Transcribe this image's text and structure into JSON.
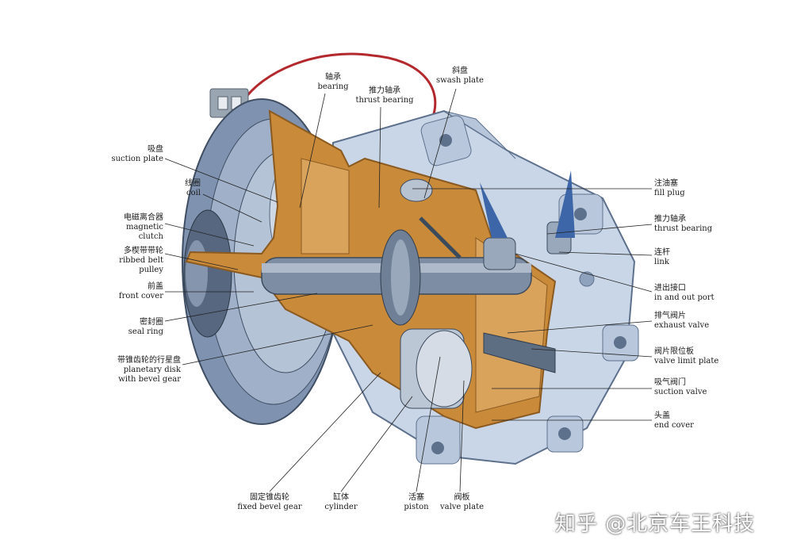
{
  "labels": {
    "bearing": {
      "zh": "轴承",
      "en": "bearing"
    },
    "thrust_bearing_top": {
      "zh": "推力轴承",
      "en": "thrust bearing"
    },
    "swash_plate": {
      "zh": "斜盘",
      "en": "swash plate"
    },
    "suction_plate": {
      "zh": "吸盘",
      "en": "suction plate"
    },
    "coil": {
      "zh": "线圈",
      "en": "coil"
    },
    "magnetic_clutch": {
      "zh": "电磁离合器",
      "en1": "magnetic",
      "en2": "clutch"
    },
    "ribbed_belt_pulley": {
      "zh": "多楔带带轮",
      "en1": "ribbed belt",
      "en2": "pulley"
    },
    "front_cover": {
      "zh": "前盖",
      "en": "front cover"
    },
    "seal_ring": {
      "zh": "密封圈",
      "en": "seal ring"
    },
    "planetary_disk": {
      "zh": "带锥齿轮的行星盘",
      "en1": "planetary disk",
      "en2": "with bevel gear"
    },
    "fill_plug": {
      "zh": "注油塞",
      "en": "fill plug"
    },
    "thrust_bearing_right": {
      "zh": "推力轴承",
      "en": "thrust bearing"
    },
    "link": {
      "zh": "连杆",
      "en": "link"
    },
    "in_out_port": {
      "zh": "进出接口",
      "en": "in and out port"
    },
    "exhaust_valve": {
      "zh": "排气阀片",
      "en": "exhaust valve"
    },
    "valve_limit_plate": {
      "zh": "阀片限位板",
      "en": "valve limit plate"
    },
    "suction_valve": {
      "zh": "吸气阀门",
      "en": "suction valve"
    },
    "end_cover": {
      "zh": "头盖",
      "en": "end cover"
    },
    "fixed_bevel_gear": {
      "zh": "固定锥齿轮",
      "en": "fixed bevel gear"
    },
    "cylinder": {
      "zh": "缸体",
      "en": "cylinder"
    },
    "piston": {
      "zh": "活塞",
      "en": "piston"
    },
    "valve_plate": {
      "zh": "阀板",
      "en": "valve plate"
    }
  },
  "watermark": "知乎 @北京车王科技",
  "colors": {
    "housing": "#c9d6e8",
    "housing_dark": "#7f93b0",
    "cutaway": "#c98a3a",
    "cutaway_dark": "#8a5a20",
    "steel": "#a9b6c8",
    "wire": "#b3282d",
    "leader": "#222222"
  }
}
